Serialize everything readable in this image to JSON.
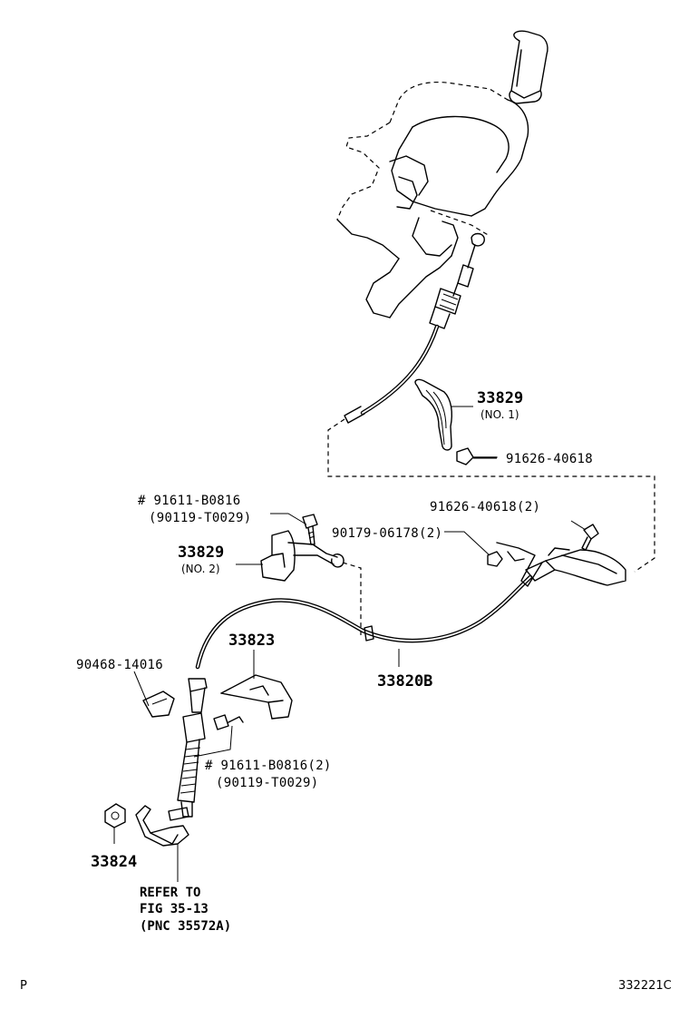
{
  "labels": {
    "p33829_no1": "33829",
    "p33829_no1_note": "(NO. 1)",
    "p91626_top": "91626-40618",
    "p91611_top": "# 91611-B0816",
    "p90119_top": "(90119-T0029)",
    "p91626_2": "91626-40618(2)",
    "p90179": "90179-06178(2)",
    "p33829_no2": "33829",
    "p33829_no2_note": "(NO. 2)",
    "p33823": "33823",
    "p90468": "90468-14016",
    "p33820b": "33820B",
    "p91611_2": "# 91611-B0816(2)",
    "p90119_2": "(90119-T0029)",
    "p33824": "33824",
    "refer_1": "REFER TO",
    "refer_2": "FIG 35-13",
    "refer_3": "(PNC 35572A)"
  },
  "footer": {
    "left": "P",
    "right": "332221C"
  }
}
